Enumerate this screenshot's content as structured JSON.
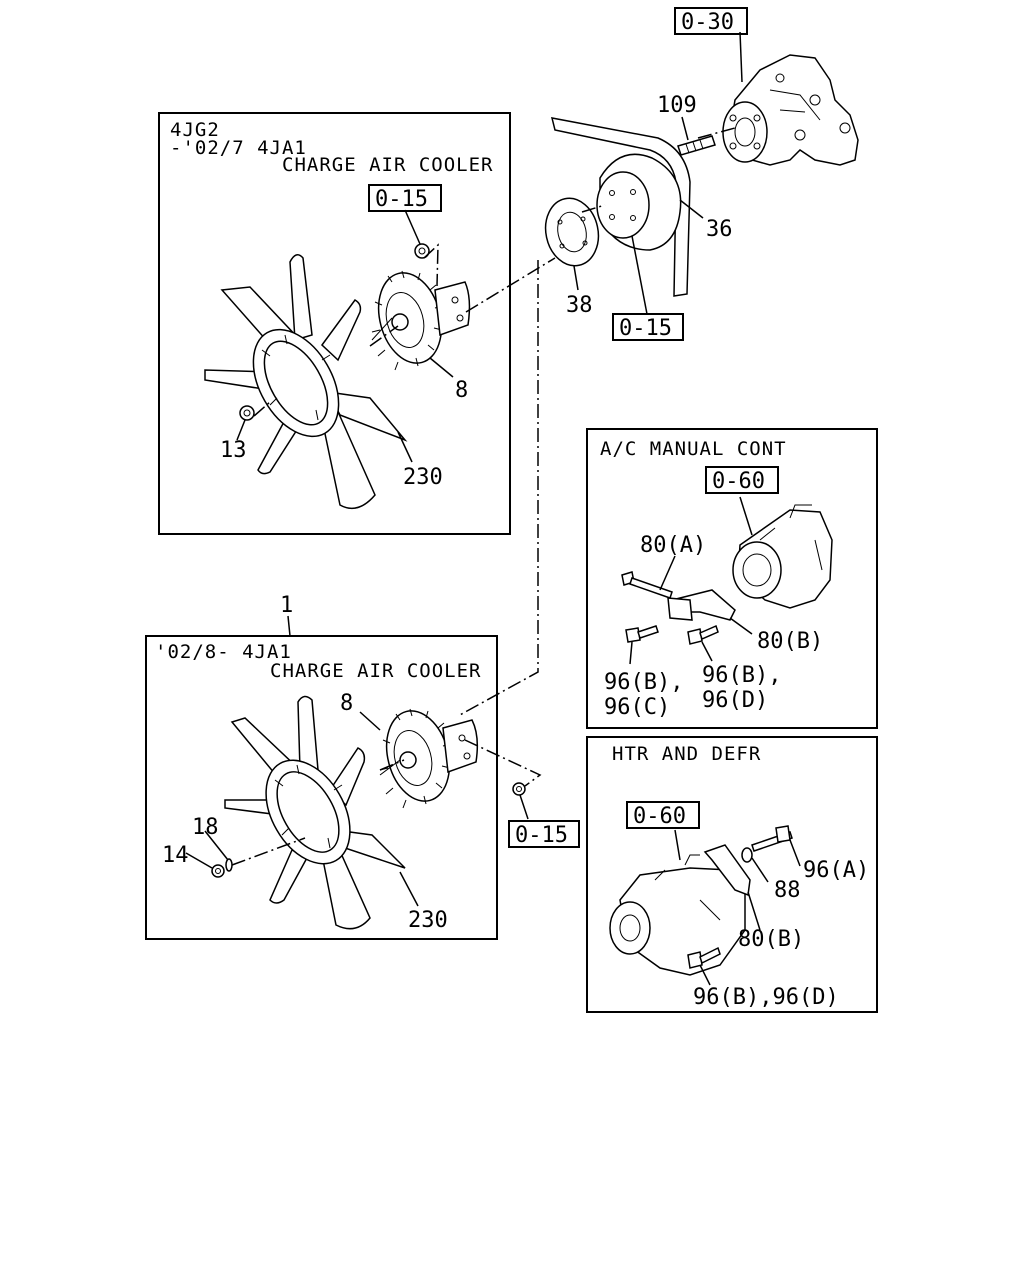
{
  "panels": {
    "top_left": {
      "line1": "4JG2",
      "line2": "-'02/7 4JA1",
      "line3": "CHARGE AIR COOLER",
      "ref": "0-15"
    },
    "bottom_left": {
      "line1": "'02/8- 4JA1",
      "line2": "CHARGE AIR COOLER",
      "ref": "0-15"
    },
    "ac": {
      "title": "A/C MANUAL CONT",
      "ref": "0-60"
    },
    "htr": {
      "title": "HTR AND DEFR",
      "ref": "0-60"
    }
  },
  "refs": {
    "water_pump": "0-30",
    "pulley": "0-15"
  },
  "callouts": {
    "c109": "109",
    "c36": "36",
    "c38": "38",
    "tl_8": "8",
    "tl_13": "13",
    "tl_230": "230",
    "c1": "1",
    "bl_8": "8",
    "bl_18": "18",
    "bl_14": "14",
    "bl_230": "230",
    "ac_80a": "80(A)",
    "ac_80b": "80(B)",
    "ac_96b1": "96(B),",
    "ac_96c": "96(C)",
    "ac_96b2": "96(B),",
    "ac_96d": "96(D)",
    "htr_96a": "96(A)",
    "htr_88": "88",
    "htr_80b": "80(B)",
    "htr_96bd": "96(B),96(D)"
  }
}
